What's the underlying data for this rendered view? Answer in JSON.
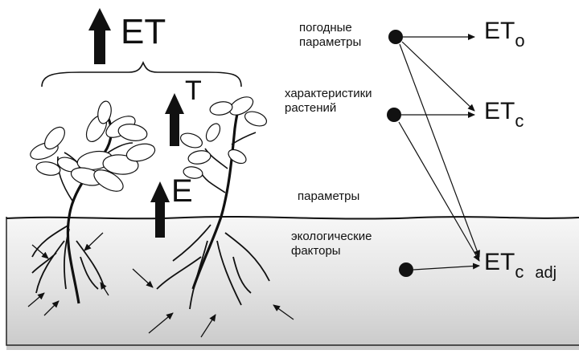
{
  "labels": {
    "et_total": "ET",
    "t": "T",
    "e": "E",
    "weather": "погодные\nпараметры",
    "plant": "характеристики\nрастений",
    "params": "параметры",
    "eco": "экологические\nфакторы"
  },
  "outputs": {
    "eto": {
      "main": "ET",
      "sub": "o"
    },
    "etc": {
      "main": "ET",
      "sub": "c"
    },
    "etc_adj": {
      "main": "ET",
      "sub": "c",
      "suffix": "adj"
    }
  },
  "colors": {
    "ink": "#111111",
    "soil_top": "#f4f4f4",
    "soil_bottom": "#cfcfcf",
    "leaf_fill": "#ffffff"
  }
}
